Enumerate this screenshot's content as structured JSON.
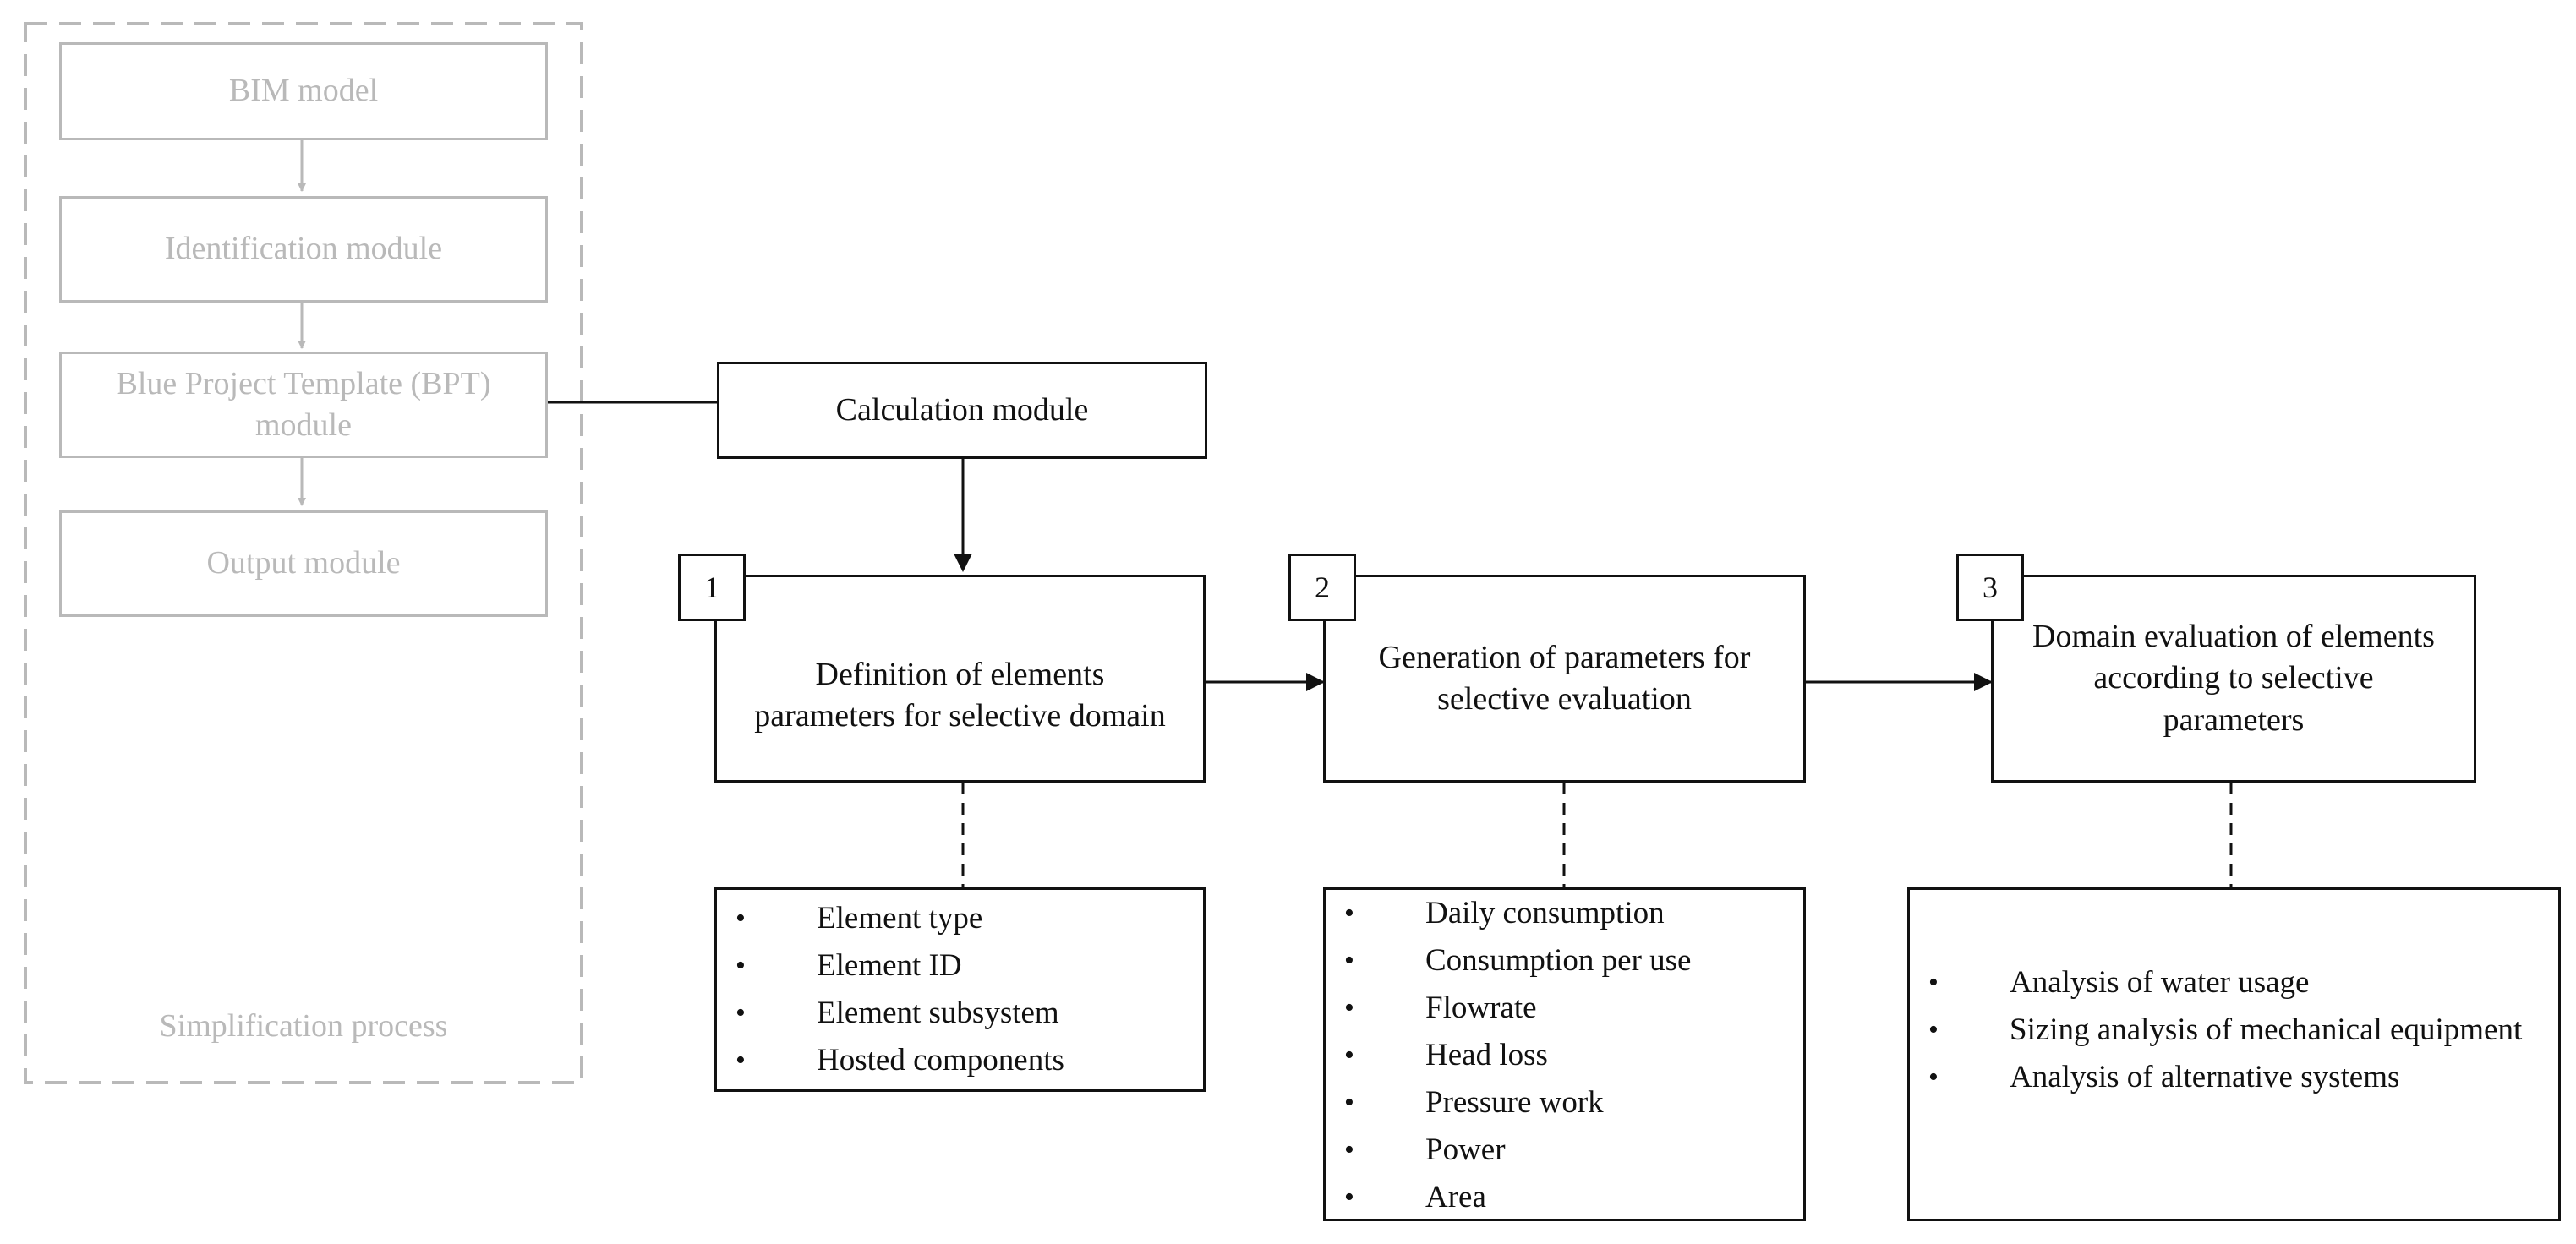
{
  "simplification": {
    "label": "Simplification process",
    "steps": [
      "BIM model",
      "Identification module",
      "Blue Project Template (BPT) module",
      "Output module"
    ]
  },
  "calculation_module": "Calculation module",
  "stages": [
    {
      "number": "1",
      "title": "Definition of elements parameters for selective domain",
      "items": [
        "Element type",
        "Element ID",
        "Element subsystem",
        "Hosted components"
      ]
    },
    {
      "number": "2",
      "title": "Generation of parameters for selective evaluation",
      "items": [
        "Daily consumption",
        "Consumption per use",
        "Flowrate",
        "Head loss",
        "Pressure work",
        "Power",
        "Area"
      ]
    },
    {
      "number": "3",
      "title": "Domain evaluation of elements according to selective parameters",
      "items": [
        "Analysis of water usage",
        "Sizing analysis of mechanical equipment",
        "Analysis of alternative systems"
      ]
    }
  ],
  "colors": {
    "grey": "#b9b9b9",
    "black": "#111111"
  }
}
